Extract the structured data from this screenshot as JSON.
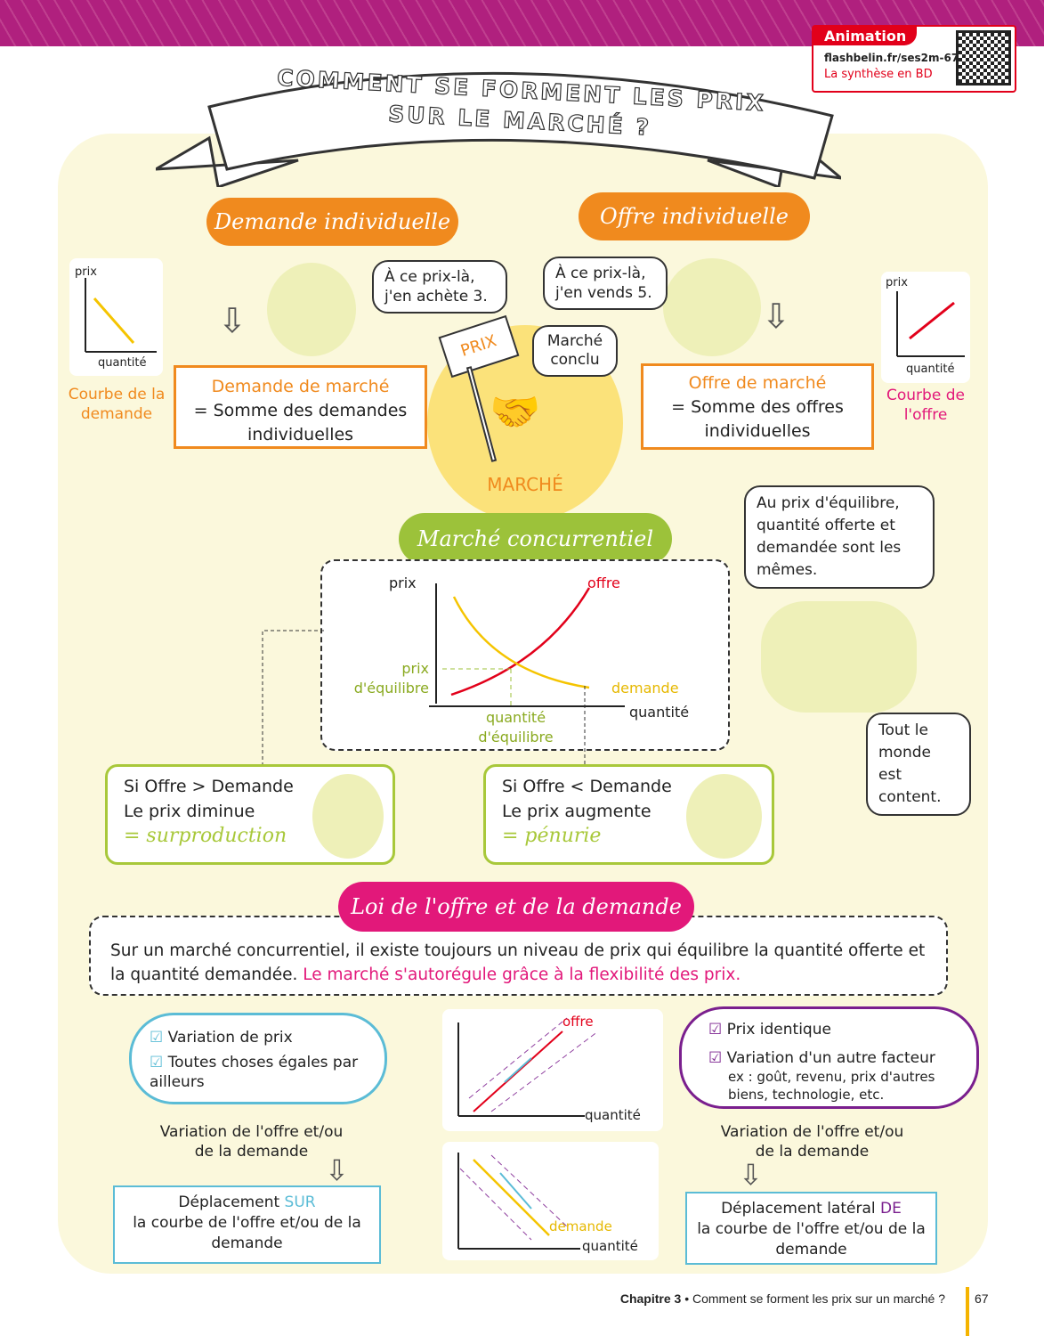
{
  "header": {
    "animation_label": "Animation",
    "url": "flashbelin.fr/ses2m-67",
    "subtitle": "La synthèse en BD"
  },
  "title": {
    "line1": "COMMENT SE FORMENT LES PRIX",
    "line2": "SUR LE MARCHÉ ?"
  },
  "demand": {
    "heading": "Demande individuelle",
    "speech": "À ce prix-là, j'en achète 3.",
    "chart_y": "prix",
    "chart_x": "quantité",
    "caption": "Courbe de la demande",
    "market_title": "Demande de marché",
    "market_text": "= Somme des demandes individuelles"
  },
  "supply": {
    "heading": "Offre individuelle",
    "speech": "À ce prix-là, j'en vends 5.",
    "chart_y": "prix",
    "chart_x": "quantité",
    "caption": "Courbe de l'offre",
    "market_title": "Offre de marché",
    "market_text": "= Somme des offres individuelles"
  },
  "market": {
    "sign": "PRIX",
    "speech": "Marché conclu",
    "label": "MARCHÉ"
  },
  "competitive": {
    "heading": "Marché concurrentiel",
    "y_label": "prix",
    "x_label": "quantité",
    "supply_label": "offre",
    "demand_label": "demande",
    "eq_price": "prix d'équilibre",
    "eq_qty": "quantité d'équilibre",
    "speech_eq": "Au prix d'équilibre, quantité offerte et demandée sont les mêmes.",
    "speech_content": "Tout le monde est content."
  },
  "cases": [
    {
      "line1": "Si Offre > Demande",
      "line2": "Le prix diminue",
      "result": "= surproduction"
    },
    {
      "line1": "Si Offre < Demande",
      "line2": "Le prix augmente",
      "result": "= pénurie"
    }
  ],
  "law": {
    "heading": "Loi de l'offre et de la demande",
    "text": "Sur un marché concurrentiel, il existe toujours un niveau de prix qui équilibre la quantité offerte et la quantité demandée.",
    "highlight": "Le marché s'autorégule grâce à la flexibilité des prix."
  },
  "left_cloud": {
    "items": [
      "Variation de prix",
      "Toutes choses égales par ailleurs"
    ],
    "result": "Variation de l'offre et/ou de la demande",
    "box_pre": "Déplacement ",
    "box_key": "SUR",
    "box_post": "la courbe de l'offre et/ou de la demande"
  },
  "right_cloud": {
    "items": [
      "Prix identique",
      "Variation d'un autre facteur"
    ],
    "example": "ex : goût, revenu, prix d'autres biens, technologie, etc.",
    "result": "Variation de l'offre et/ou de la demande",
    "box_pre": "Déplacement latéral ",
    "box_key": "DE",
    "box_post": "la courbe de l'offre et/ou de la demande"
  },
  "shift_charts": {
    "supply_label": "offre",
    "demand_label": "demande",
    "x_label": "quantité"
  },
  "footer": {
    "chapter": "Chapitre 3",
    "title": "• Comment se forment les prix sur un marché ?",
    "page": "67"
  },
  "colors": {
    "orange": "#f08a1e",
    "green": "#a8c83a",
    "pink": "#e2187a",
    "purple": "#7a1f8e",
    "blue": "#5bbcd6",
    "red": "#e2001a"
  }
}
